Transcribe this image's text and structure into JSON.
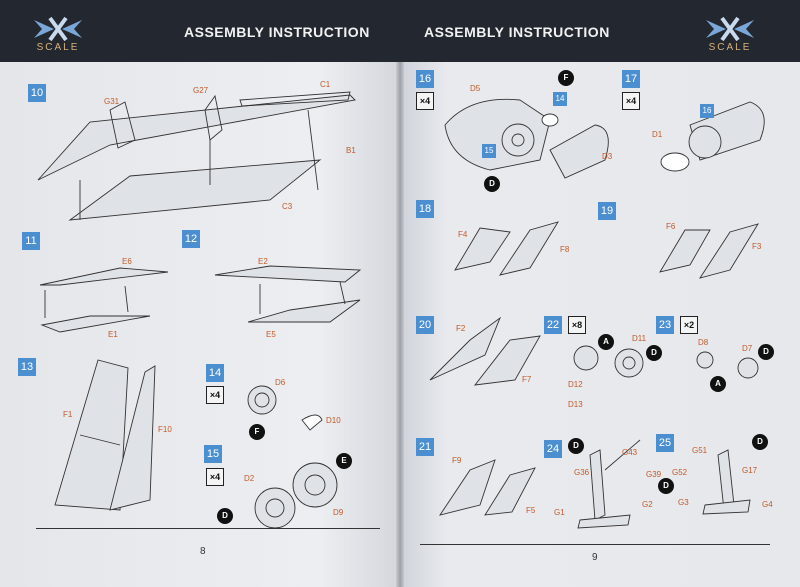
{
  "left_page": {
    "header_title": "ASSEMBLY INSTRUCTION",
    "logo_text": "SCALE",
    "page_number": "8",
    "steps": [
      "10",
      "11",
      "12",
      "13",
      "14",
      "15"
    ],
    "quantities": {
      "s14": "×4",
      "s15": "×4"
    },
    "labels": {
      "G31": "G31",
      "G27": "G27",
      "C1": "C1",
      "B1": "B1",
      "C3": "C3",
      "E6": "E6",
      "E1": "E1",
      "E2": "E2",
      "E5": "E5",
      "F1": "F1",
      "F10": "F10",
      "D6": "D6",
      "D10": "D10",
      "D2": "D2",
      "D9": "D9"
    },
    "badges": {
      "F": "F",
      "D": "D",
      "E": "E"
    }
  },
  "right_page": {
    "header_title": "ASSEMBLY INSTRUCTION",
    "logo_text": "SCALE",
    "page_number": "9",
    "steps": [
      "16",
      "17",
      "18",
      "19",
      "20",
      "21",
      "22",
      "23",
      "24",
      "25"
    ],
    "quantities": {
      "s16": "×4",
      "s17": "×4",
      "s22": "×8",
      "s23": "×2"
    },
    "labels": {
      "D5": "D5",
      "14": "14",
      "15": "15",
      "D3": "D3",
      "16": "16",
      "D1": "D1",
      "F4": "F4",
      "F8": "F8",
      "F6": "F6",
      "F3": "F3",
      "F2": "F2",
      "F7": "F7",
      "D11": "D11",
      "D12": "D12",
      "D13": "D13",
      "D8": "D8",
      "D7": "D7",
      "F9": "F9",
      "F5": "F5",
      "G43": "G43",
      "G36": "G36",
      "G39": "G39",
      "G1": "G1",
      "G2": "G2",
      "G52": "G52",
      "G3": "G3",
      "G51": "G51",
      "G17": "G17",
      "G4": "G4"
    },
    "badges": {
      "F": "F",
      "D": "D",
      "A": "A"
    }
  },
  "colors": {
    "header": "#23272f",
    "step_badge": "#4b8fd1",
    "part_label": "#c35a2a",
    "logo": "#d7b37a"
  }
}
